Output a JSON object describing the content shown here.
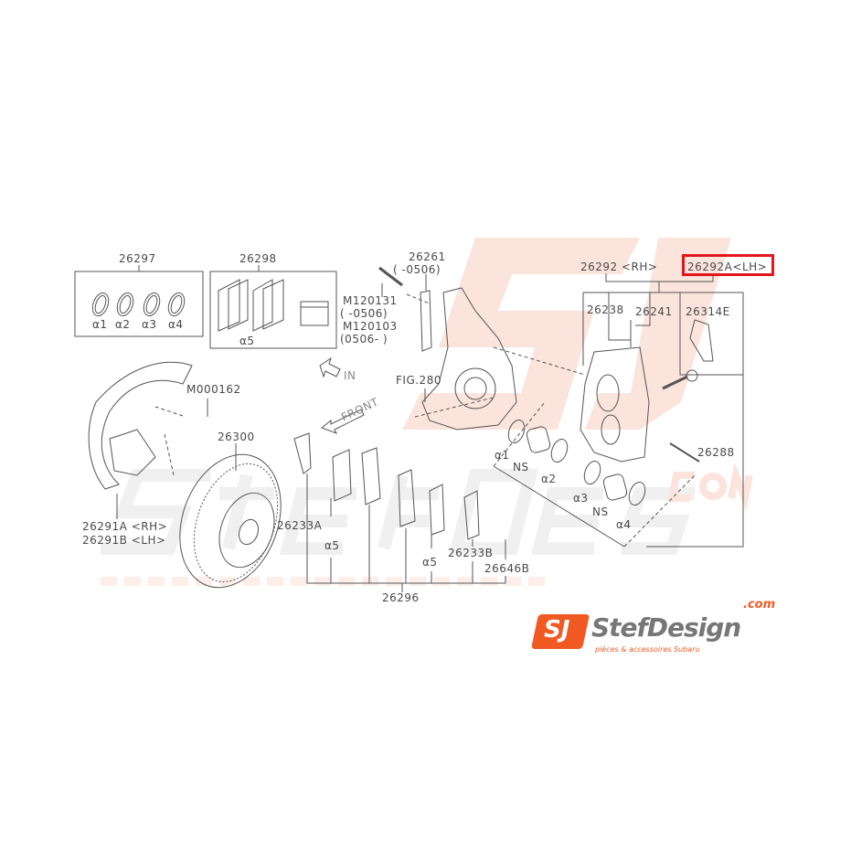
{
  "watermark": {
    "big": "StefDesign",
    "sub": "pièces & accessoires Subaru",
    "dotcom": ".com"
  },
  "labels": {
    "p26297": "26297",
    "p26298": "26298",
    "a1": "α1",
    "a2": "α2",
    "a3": "α3",
    "a4": "α4",
    "a5": "α5",
    "p26261": "26261",
    "p26261_note": "(   -0506)",
    "m120131": "M120131",
    "m120131_note": "(   -0506)",
    "m120103": "M120103",
    "m120103_note": "(0506-   )",
    "in": "IN",
    "front": "FRONT",
    "fig280": "FIG.280",
    "m000162": "M000162",
    "p26300": "26300",
    "p26291a": "26291A <RH>",
    "p26291b": "26291B <LH>",
    "p26233a": "26233A",
    "a5_left": "α5",
    "a5_right": "α5",
    "p26233b": "26233B",
    "p26646b": "26646B",
    "p26296": "26296",
    "p26292": "26292 <RH>",
    "p26292a": "26292A<LH>",
    "p26238": "26238",
    "p26241": "26241",
    "p26314e": "26314E",
    "p26288": "26288",
    "ca1": "α1",
    "ns1": "NS",
    "ca2": "α2",
    "ca3": "α3",
    "ns2": "NS",
    "ca4": "α4"
  },
  "highlight_color": "#e3161e",
  "logo": {
    "mark": "SJ",
    "name": "StefDesign",
    ".com": ".com",
    "tagline": "pièces & accessoires Subaru",
    "accent": "#f05a22"
  }
}
